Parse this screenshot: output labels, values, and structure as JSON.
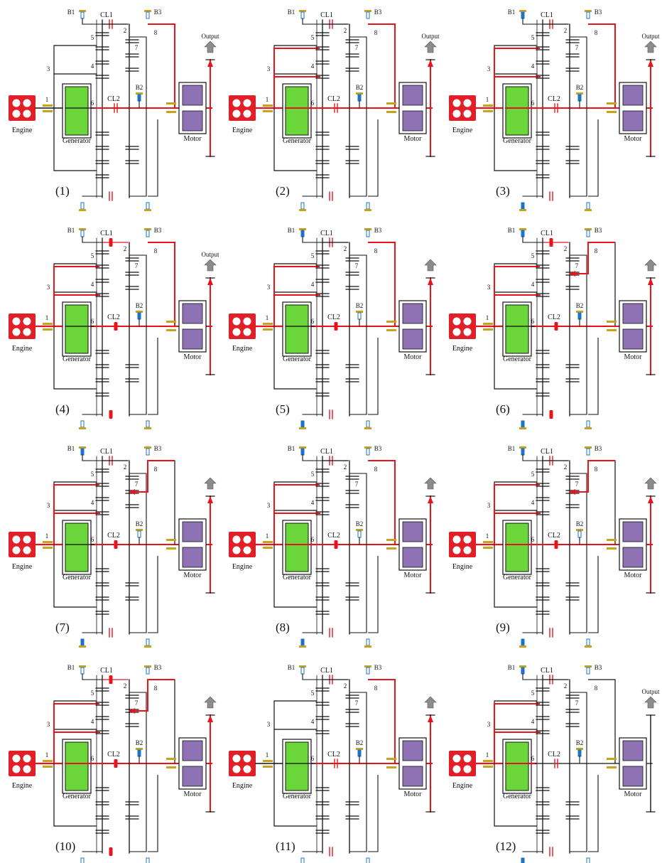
{
  "labels": {
    "engine": "Engine",
    "generator": "Generator",
    "motor": "Motor",
    "output": "Output",
    "b1": "B1",
    "b2": "B2",
    "b3": "B3",
    "cl1": "CL1",
    "cl2": "CL2",
    "gear_1": "1",
    "gear_2": "2",
    "gear_3": "3",
    "gear_4": "4",
    "gear_5": "5",
    "gear_6": "6",
    "gear_7": "7",
    "gear_8": "8"
  },
  "colors": {
    "power_flow": "#e8141b",
    "shaft": "#111111",
    "engine_fill": "#e21f26",
    "generator_fill": "#6bd63a",
    "motor_fill": "#8e72b3",
    "brake_pad": "#c8a21e",
    "actuator": "#1b74c8",
    "output_arrow": "#8c8c8c"
  },
  "panels": [
    {
      "id": "(1)",
      "show_output_text": true,
      "engine_flow": false,
      "gen_flow": false,
      "motor_flow": true,
      "upper_flow": false,
      "cl1_on": false,
      "cl2_on": false,
      "b1_on": false,
      "b2_on": true,
      "b3_on": false,
      "out_flow": true,
      "alt_output_path": false
    },
    {
      "id": "(2)",
      "show_output_text": true,
      "engine_flow": true,
      "gen_flow": true,
      "motor_flow": true,
      "upper_flow": true,
      "cl1_on": false,
      "cl2_on": false,
      "b1_on": false,
      "b2_on": true,
      "b3_on": false,
      "out_flow": true,
      "alt_output_path": false
    },
    {
      "id": "(3)",
      "show_output_text": true,
      "engine_flow": true,
      "gen_flow": true,
      "motor_flow": true,
      "upper_flow": true,
      "cl1_on": false,
      "cl2_on": false,
      "b1_on": true,
      "b2_on": true,
      "b3_on": false,
      "out_flow": true,
      "alt_output_path": false
    },
    {
      "id": "(4)",
      "show_output_text": true,
      "engine_flow": true,
      "gen_flow": false,
      "motor_flow": true,
      "upper_flow": true,
      "cl1_on": true,
      "cl2_on": true,
      "b1_on": false,
      "b2_on": true,
      "b3_on": false,
      "out_flow": true,
      "alt_output_path": false
    },
    {
      "id": "(5)",
      "show_output_text": false,
      "engine_flow": true,
      "gen_flow": false,
      "motor_flow": true,
      "upper_flow": true,
      "cl1_on": false,
      "cl2_on": true,
      "b1_on": true,
      "b2_on": false,
      "b3_on": false,
      "out_flow": true,
      "alt_output_path": false
    },
    {
      "id": "(6)",
      "show_output_text": false,
      "engine_flow": true,
      "gen_flow": false,
      "motor_flow": true,
      "upper_flow": true,
      "cl1_on": true,
      "cl2_on": true,
      "b1_on": true,
      "b2_on": true,
      "b3_on": false,
      "out_flow": true,
      "alt_output_path": true
    },
    {
      "id": "(7)",
      "show_output_text": false,
      "engine_flow": true,
      "gen_flow": false,
      "motor_flow": true,
      "upper_flow": true,
      "cl1_on": false,
      "cl2_on": true,
      "b1_on": true,
      "b2_on": false,
      "b3_on": false,
      "out_flow": true,
      "alt_output_path": true
    },
    {
      "id": "(8)",
      "show_output_text": false,
      "engine_flow": true,
      "gen_flow": true,
      "motor_flow": true,
      "upper_flow": true,
      "cl1_on": false,
      "cl2_on": true,
      "b1_on": true,
      "b2_on": false,
      "b3_on": false,
      "out_flow": true,
      "alt_output_path": false
    },
    {
      "id": "(9)",
      "show_output_text": false,
      "engine_flow": true,
      "gen_flow": true,
      "motor_flow": true,
      "upper_flow": true,
      "cl1_on": false,
      "cl2_on": true,
      "b1_on": true,
      "b2_on": false,
      "b3_on": false,
      "out_flow": true,
      "alt_output_path": true
    },
    {
      "id": "(10)",
      "show_output_text": false,
      "engine_flow": true,
      "gen_flow": true,
      "motor_flow": true,
      "upper_flow": true,
      "cl1_on": true,
      "cl2_on": true,
      "b1_on": false,
      "b2_on": true,
      "b3_on": false,
      "out_flow": true,
      "alt_output_path": true
    },
    {
      "id": "(11)",
      "show_output_text": false,
      "engine_flow": false,
      "gen_flow": false,
      "motor_flow": true,
      "upper_flow": false,
      "cl1_on": false,
      "cl2_on": false,
      "b1_on": false,
      "b2_on": true,
      "b3_on": false,
      "out_flow": true,
      "alt_output_path": false
    },
    {
      "id": "(12)",
      "show_output_text": true,
      "engine_flow": true,
      "gen_flow": true,
      "motor_flow": false,
      "upper_flow": true,
      "cl1_on": false,
      "cl2_on": false,
      "b1_on": true,
      "b2_on": true,
      "b3_on": false,
      "out_flow": false,
      "alt_output_path": false
    }
  ]
}
